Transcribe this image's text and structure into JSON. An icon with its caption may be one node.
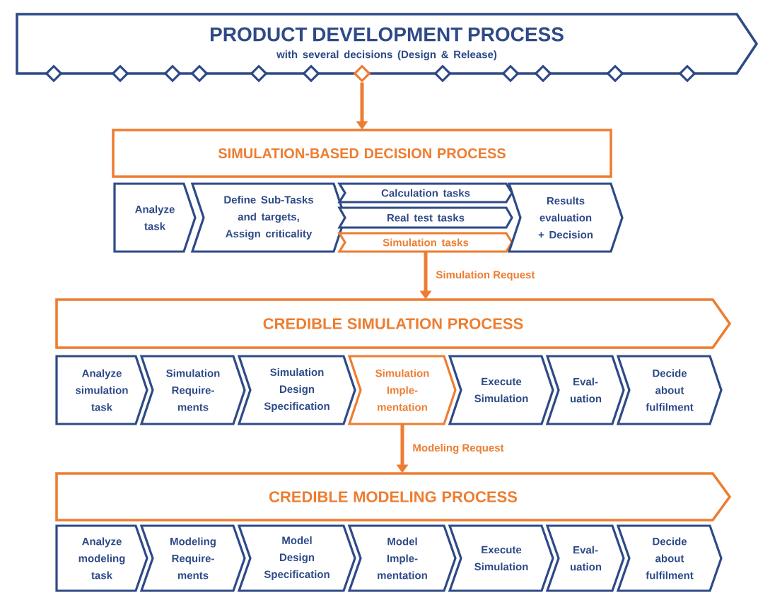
{
  "diagram": {
    "nodes": [
      {
        "text": [
          "PRODUCT DEVELOPMENT PROCESS",
          "with several decisions (Design & Release)"
        ]
      },
      {
        "text": [],
        "shape": "diamond"
      },
      {
        "text": [],
        "shape": "diamond"
      },
      {
        "text": [],
        "shape": "diamond"
      },
      {
        "text": [],
        "shape": "diamond"
      },
      {
        "text": [],
        "shape": "diamond"
      },
      {
        "text": [],
        "shape": "diamond"
      },
      {
        "text": [],
        "shape": "diamond"
      },
      {
        "text": [],
        "shape": "diamond"
      },
      {
        "text": [],
        "shape": "diamond"
      },
      {
        "text": [],
        "shape": "diamond"
      },
      {
        "text": [],
        "shape": "diamond"
      },
      {
        "text": [],
        "shape": "diamond"
      },
      {
        "text": [
          "SIMULATION-BASED DECISION PROCESS"
        ]
      },
      {
        "text": [
          "Analyze task"
        ]
      },
      {
        "text": [
          "Define Sub-Tasks and targets, Assign criticality"
        ]
      },
      {
        "text": [
          "Calculation tasks"
        ]
      },
      {
        "text": [
          "Real test tasks"
        ]
      },
      {
        "text": [
          "Simulation tasks"
        ]
      },
      {
        "text": [
          "Results evaluation + Decision"
        ]
      },
      {
        "text": [
          "CREDIBLE SIMULATION PROCESS"
        ]
      },
      {
        "text": [
          "Analyze simulation task"
        ]
      },
      {
        "text": [
          "Simulation Require- ments"
        ]
      },
      {
        "text": [
          "Simulation Design Specification"
        ]
      },
      {
        "text": [
          "Simulation Imple- mentation"
        ]
      },
      {
        "text": [
          "Execute Simulation"
        ]
      },
      {
        "text": [
          "Eval- uation"
        ]
      },
      {
        "text": [
          "Decide about fulfilment"
        ]
      },
      {
        "text": [
          "CREDIBLE MODELING PROCESS"
        ]
      },
      {
        "text": [
          "Analyze modeling task"
        ]
      },
      {
        "text": [
          "Modeling Require- ments"
        ]
      },
      {
        "text": [
          "Model Design Specification"
        ]
      },
      {
        "text": [
          "Model Imple- mentation"
        ]
      },
      {
        "text": [
          "Execute Simulation"
        ]
      },
      {
        "text": [
          "Eval- uation"
        ]
      },
      {
        "text": [
          "Decide about fulfilment"
        ]
      }
    ],
    "edges": [
      {
        "from": 7,
        "to": 13,
        "arrow": "to"
      },
      {
        "from": 18,
        "to": 20,
        "arrow": "to",
        "label": "Simulation Request"
      },
      {
        "from": 24,
        "to": 28,
        "arrow": "to",
        "label": "Modeling Request"
      }
    ]
  }
}
